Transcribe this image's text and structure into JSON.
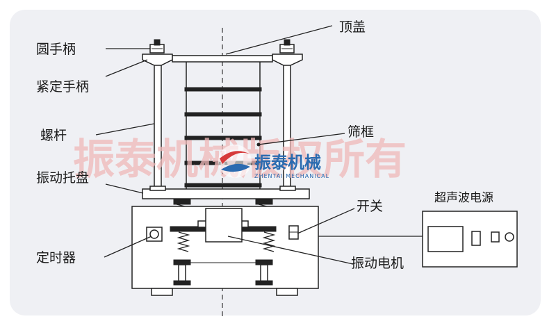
{
  "labels": {
    "round_handle": "圆手柄",
    "lock_handle": "紧定手柄",
    "screw_rod": "螺杆",
    "vibration_tray": "振动托盘",
    "timer": "定时器",
    "top_cover": "顶盖",
    "sieve_frame": "筛框",
    "switch": "开关",
    "vibration_motor": "振动电机",
    "ultrasonic_power": "超声波电源"
  },
  "watermark": {
    "text": "振泰机械版权所有",
    "logo_text": "振泰机械",
    "logo_sub": "ZHENTAI MECHANICAL"
  },
  "colors": {
    "panel_bg": "#eff0f4",
    "line": "#222222",
    "watermark": "#f0b9b9",
    "logo_blue": "#2b6bb0",
    "logo_red": "#d63a3a"
  }
}
